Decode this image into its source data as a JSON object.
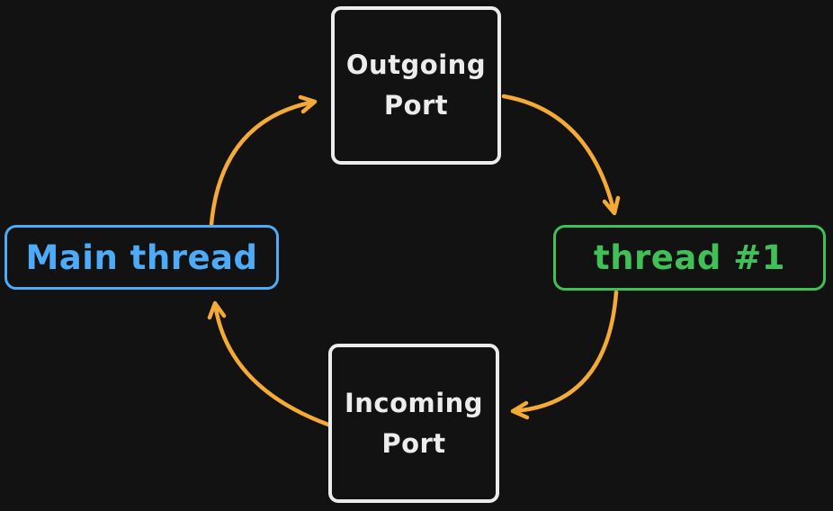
{
  "diagram": {
    "type": "cycle-flow",
    "background_color": "#121212",
    "arrow_color": "#f4aa36",
    "nodes": {
      "outgoing_port": {
        "lines": [
          "Outgoing",
          "Port"
        ],
        "stroke_color": "#ececec",
        "text_color": "#ececec",
        "shape": "rounded-rectangle"
      },
      "thread_1": {
        "label": "thread #1",
        "stroke_color": "#40c057",
        "text_color": "#40c057",
        "shape": "rounded-rectangle"
      },
      "incoming_port": {
        "lines": [
          "Incoming",
          "Port"
        ],
        "stroke_color": "#ececec",
        "text_color": "#ececec",
        "shape": "rounded-rectangle"
      },
      "main_thread": {
        "label": "Main thread",
        "stroke_color": "#4dabf7",
        "text_color": "#4dabf7",
        "shape": "rounded-rectangle"
      }
    },
    "edges": [
      {
        "from": "main_thread",
        "to": "outgoing_port",
        "color": "#f4aa36",
        "style": "curved-arrow"
      },
      {
        "from": "outgoing_port",
        "to": "thread_1",
        "color": "#f4aa36",
        "style": "curved-arrow"
      },
      {
        "from": "thread_1",
        "to": "incoming_port",
        "color": "#f4aa36",
        "style": "curved-arrow"
      },
      {
        "from": "incoming_port",
        "to": "main_thread",
        "color": "#f4aa36",
        "style": "curved-arrow"
      }
    ]
  }
}
